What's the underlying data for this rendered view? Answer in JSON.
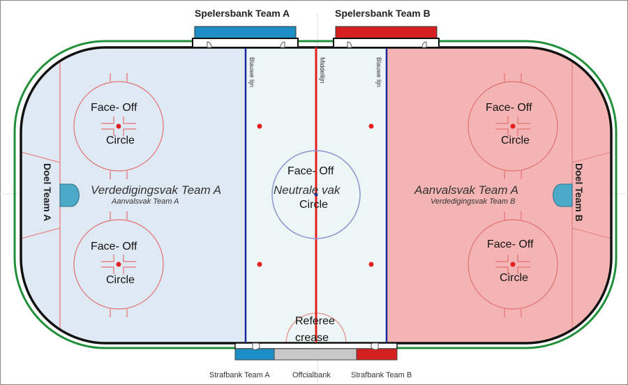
{
  "benches": {
    "team_a": "Spelersbank Team A",
    "team_b": "Spelersbank Team B",
    "team_a_color": "#1e8fc6",
    "team_b_color": "#d42020"
  },
  "penalty": {
    "team_a": "Strafbank Team A",
    "official": "Offcialbank",
    "team_b": "Strafbank Team B",
    "official_color": "#c8c8c8"
  },
  "lines": {
    "blue_left": "Blauwe lijn",
    "center": "Middellijn",
    "blue_right": "Blauwe lijn"
  },
  "goals": {
    "team_a": "Doel Team A",
    "team_b": "Doel Team B"
  },
  "zones": {
    "left_main": "Verdedigingsvak Team A",
    "left_sub": "Aanvalsvak Team A",
    "neutral": "Neutrale vak",
    "right_main": "Aanvalsvak Team A",
    "right_sub": "Verdedigingsvak Team B",
    "left_color": "#dfe9f4",
    "neutral_color": "#ecf6f5",
    "right_color": "#f4b4b3"
  },
  "faceoff": {
    "line1": "Face- Off",
    "line2": "Circle"
  },
  "referee": {
    "line1": "Referee",
    "line2": "crease"
  }
}
